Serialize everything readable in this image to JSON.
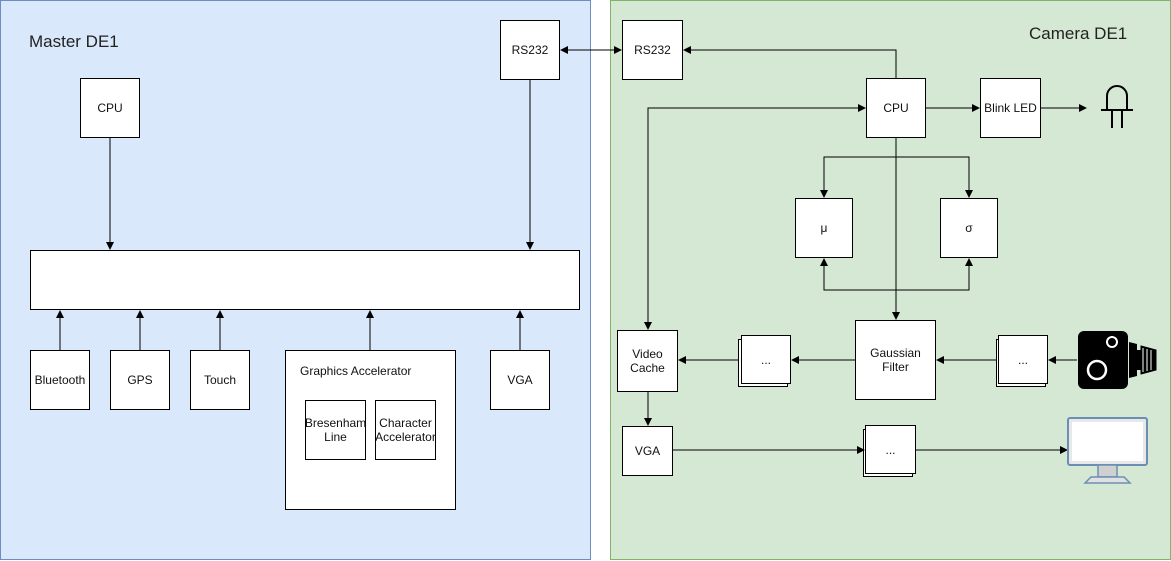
{
  "master": {
    "title": "Master DE1",
    "cpu": "CPU",
    "rs232": "RS232",
    "bus": "",
    "bluetooth": "Bluetooth",
    "gps": "GPS",
    "touch": "Touch",
    "graphics_accelerator": "Graphics Accelerator",
    "bresenham": "Bresenham Line",
    "character_accelerator": "Character Accelerator",
    "vga": "VGA"
  },
  "camera": {
    "title": "Camera DE1",
    "rs232": "RS232",
    "cpu": "CPU",
    "blink_led": "Blink LED",
    "mu": "μ",
    "sigma": "σ",
    "gaussian_filter": "Gaussian Filter",
    "video_cache": "Video Cache",
    "vga": "VGA",
    "buffer_1": "...",
    "buffer_2": "...",
    "buffer_3": "..."
  },
  "icons": {
    "led": "led-icon",
    "camera": "camera-icon",
    "monitor": "monitor-icon"
  },
  "colors": {
    "master_fill": "#dae8fc",
    "master_border": "#6c8ebf",
    "camera_fill": "#d5e8d4",
    "camera_border": "#82b366"
  }
}
